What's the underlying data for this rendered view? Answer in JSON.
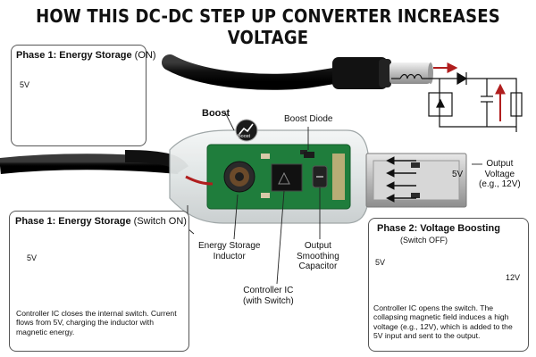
{
  "title": "HOW THIS DC-DC STEP UP CONVERTER INCREASES VOLTAGE",
  "phase1_on": {
    "title_bold": "Phase 1: Energy Storage",
    "title_tail": "(ON)",
    "input_label": "5V"
  },
  "phase1_switch": {
    "title_bold": "Phase 1: Energy Storage",
    "title_tail": "(Switch ON)",
    "input_label": "5V",
    "note": "Controller IC closes the internal switch. Current flows from 5V, charging the inductor with magnetic energy."
  },
  "phase2": {
    "title": "Phase 2: Voltage Boosting",
    "subtitle": "(Switch OFF)",
    "input_label": "5V",
    "output_label": "12V",
    "note": "Controller IC opens the switch. The collapsing magnetic field induces a high voltage (e.g., 12V), which is added to the 5V input and sent to the output."
  },
  "board": {
    "boost_label": "Boost",
    "boost_icon_text": "Boost",
    "usb_voltage_label": "5V"
  },
  "callouts": {
    "boost_diode": "Boost Diode",
    "output_voltage": "Output\nVoltage\n(e.g., 12V)",
    "energy_storage_inductor": "Energy Storage\nInductor",
    "output_smoothing_capacitor": "Output\nSmoothing\nCapacitor",
    "controller_ic": "Controller IC\n(with Switch)"
  },
  "colors": {
    "title": "#111111",
    "cable": "#151515",
    "pcb": "#1f7d3c",
    "wire_red": "#b01e1e",
    "card_border": "#555555"
  }
}
